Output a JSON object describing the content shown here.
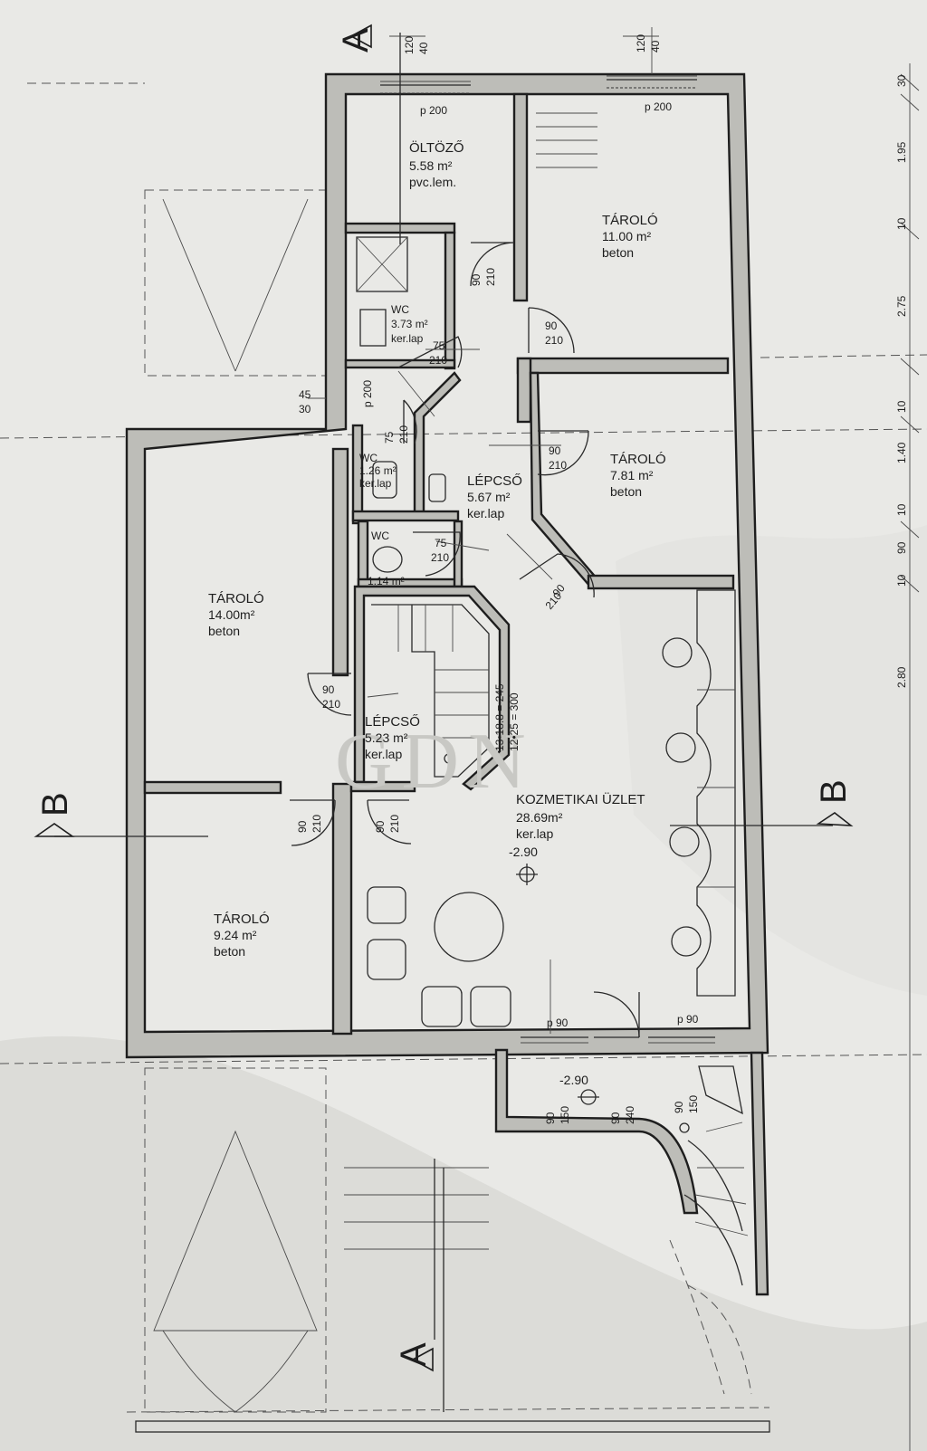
{
  "rooms": {
    "oltozo": {
      "name": "ÖLTÖZŐ",
      "area": "5.58 m²",
      "floor": "pvc.lem."
    },
    "tarolo_ne": {
      "name": "TÁROLÓ",
      "area": "11.00 m²",
      "floor": "beton"
    },
    "wc1": {
      "name": "WC",
      "area": "3.73 m²",
      "floor": "ker.lap"
    },
    "wc2": {
      "name": "WC",
      "area": "1.26 m²",
      "floor": "ker.lap"
    },
    "wc3": {
      "name": "WC",
      "area": "1.14 m²"
    },
    "lepcso1": {
      "name": "LÉPCSŐ",
      "area": "5.67 m²",
      "floor": "ker.lap"
    },
    "tarolo_e": {
      "name": "TÁROLÓ",
      "area": "7.81 m²",
      "floor": "beton"
    },
    "tarolo_w": {
      "name": "TÁROLÓ",
      "area": "14.00m²",
      "floor": "beton"
    },
    "lepcso2": {
      "name": "LÉPCSŐ",
      "area": "5.23 m²",
      "floor": "ker.lap"
    },
    "uzlet": {
      "name": "KOZMETIKAI ÜZLET",
      "area": "28.69m²",
      "floor": "ker.lap",
      "level": "-2.90"
    },
    "tarolo_sw": {
      "name": "TÁROLÓ",
      "area": "9.24 m²",
      "floor": "beton"
    }
  },
  "doors": {
    "d1": {
      "w": "90",
      "h": "210"
    },
    "d2": {
      "w": "90",
      "h": "210"
    },
    "d3": {
      "w": "75",
      "h": "210"
    },
    "d4": {
      "w": "75",
      "h": "210"
    },
    "d5": {
      "w": "90",
      "h": "210"
    },
    "d6": {
      "w": "75",
      "h": "210"
    },
    "d7": {
      "w": "90",
      "h": "210"
    },
    "d8": {
      "w": "90",
      "h": "210"
    },
    "d9": {
      "w": "90",
      "h": "210"
    },
    "d10": {
      "w": "90",
      "h": "210"
    }
  },
  "parapets": {
    "p1": "p 200",
    "p2": "p 200",
    "p3": "p 200",
    "p4": "p 90",
    "p5": "p 90"
  },
  "stair": {
    "line1": "13•18.8 = 245",
    "line2": "12•25 = 300"
  },
  "section_marks": {
    "a": "A",
    "b": "B"
  },
  "top_dims": {
    "a1": "120",
    "a2": "40",
    "b1": "120",
    "b2": "40"
  },
  "side_dims": [
    "30",
    "1.95",
    "10",
    "2.75",
    "10",
    "1.40",
    "10",
    "90",
    "10",
    "2.80"
  ],
  "wall_dims": {
    "w1": "45",
    "w2": "30"
  },
  "entrance": {
    "level": "-2.90",
    "dims": [
      "90",
      "150",
      "90",
      "240",
      "90",
      "150"
    ]
  },
  "watermark": "GDN"
}
